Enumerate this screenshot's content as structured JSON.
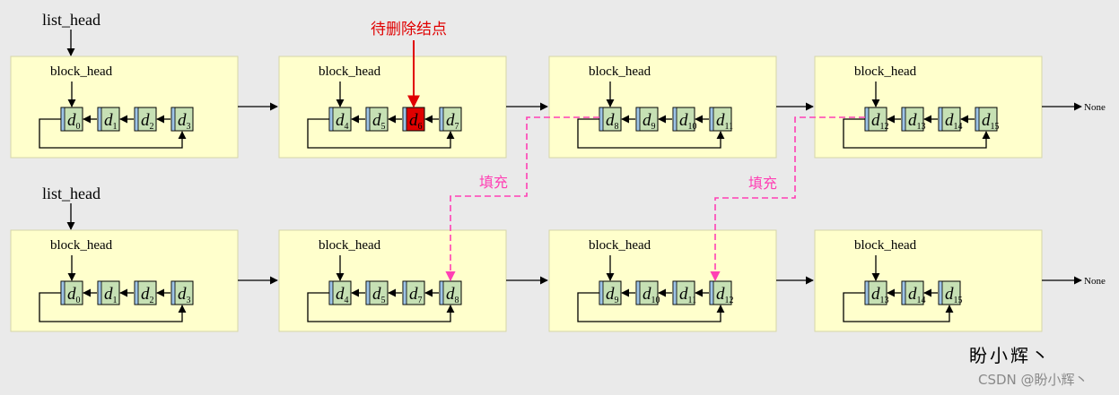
{
  "labels": {
    "list_head": "list_head",
    "block_head": "block_head",
    "none": "None",
    "delete_node": "待删除结点",
    "fill": "填充",
    "signature": "盼小辉丶",
    "watermark": "CSDN @盼小辉丶"
  },
  "node_letter": "d",
  "rows": [
    {
      "blocks": [
        {
          "nodes": [
            {
              "sub": "0"
            },
            {
              "sub": "1"
            },
            {
              "sub": "2"
            },
            {
              "sub": "3"
            }
          ]
        },
        {
          "nodes": [
            {
              "sub": "4"
            },
            {
              "sub": "5"
            },
            {
              "sub": "6",
              "highlight": true
            },
            {
              "sub": "7"
            }
          ]
        },
        {
          "nodes": [
            {
              "sub": "8"
            },
            {
              "sub": "9"
            },
            {
              "sub": "10"
            },
            {
              "sub": "11"
            }
          ]
        },
        {
          "nodes": [
            {
              "sub": "12"
            },
            {
              "sub": "13"
            },
            {
              "sub": "14"
            },
            {
              "sub": "15"
            }
          ]
        }
      ]
    },
    {
      "blocks": [
        {
          "nodes": [
            {
              "sub": "0"
            },
            {
              "sub": "1"
            },
            {
              "sub": "2"
            },
            {
              "sub": "3"
            }
          ]
        },
        {
          "nodes": [
            {
              "sub": "4"
            },
            {
              "sub": "5"
            },
            {
              "sub": "7"
            },
            {
              "sub": "8"
            }
          ]
        },
        {
          "nodes": [
            {
              "sub": "9"
            },
            {
              "sub": "10"
            },
            {
              "sub": "11"
            },
            {
              "sub": "12"
            }
          ]
        },
        {
          "nodes": [
            {
              "sub": "13"
            },
            {
              "sub": "14"
            },
            {
              "sub": "15"
            }
          ]
        }
      ]
    }
  ],
  "colors": {
    "background": "#eaeaea",
    "block_fill": "#ffffcc",
    "node_fill": "#c6e0b4",
    "node_stripe": "#9dc3e6",
    "highlight": "#e00000",
    "fill_arrow": "#ff3fb4",
    "delete_label": "#e00000",
    "line": "#000000"
  }
}
